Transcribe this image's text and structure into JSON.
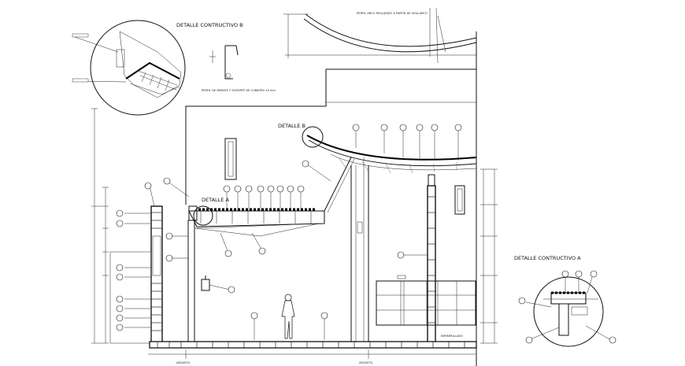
{
  "labels": {
    "detail_b_title": "DETALLE CONTRUCTIVO B",
    "detail_a_title": "DETALLE CONTRUCTIVO A",
    "detail_b_callout": "DETALLE B",
    "detail_a_callout": "DETALLE A",
    "profile_note": "PERFIL ARCO REALIZADO A PARTIR DE VIGA-ARCO",
    "bottom_left": "ARQUETA",
    "bottom_mid": "ARQUETA",
    "bottom_right": "EMPARRILLADO",
    "detail_b_side_note": "PERFIL DE REMATE Y SOPORTE DE CUBIERTA 15 mm"
  },
  "colors": {
    "line": "#111111",
    "background": "#ffffff"
  }
}
